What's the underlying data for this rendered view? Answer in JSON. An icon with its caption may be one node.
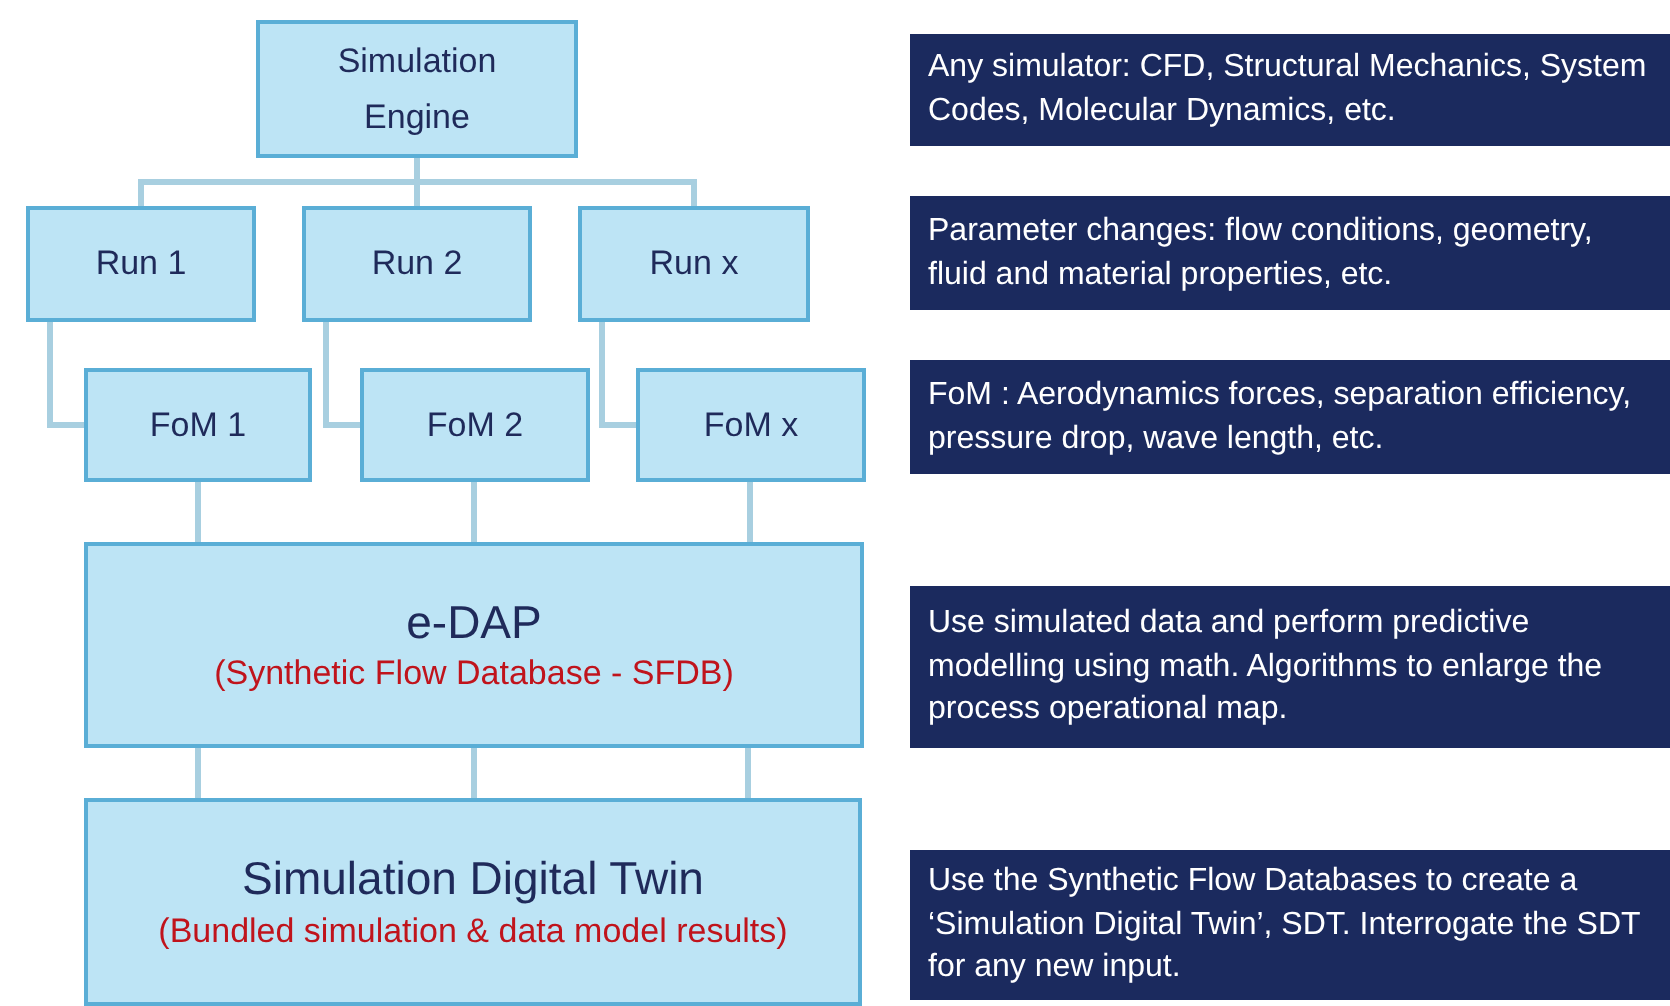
{
  "diagram": {
    "nodes": [
      {
        "text": [
          "Simulation Engine"
        ]
      },
      {
        "text": [
          "Run 1"
        ]
      },
      {
        "text": [
          "Run 2"
        ]
      },
      {
        "text": [
          "Run x"
        ]
      },
      {
        "text": [
          "FoM 1"
        ]
      },
      {
        "text": [
          "FoM 2"
        ]
      },
      {
        "text": [
          "FoM x"
        ]
      },
      {
        "text": [
          "e-DAP",
          "(Synthetic Flow Database - SFDB)"
        ]
      },
      {
        "text": [
          "Simulation Digital Twin",
          "(Bundled simulation & data model results)"
        ]
      },
      {
        "text": [
          "Any simulator: CFD, Structural Mechanics, System Codes,  Molecular Dynamics, etc."
        ]
      },
      {
        "text": [
          "Parameter changes: flow conditions, geometry, fluid and material properties, etc."
        ]
      },
      {
        "text": [
          "FoM : Aerodynamics forces, separation efficiency, pressure drop, wave length, etc."
        ]
      },
      {
        "text": [
          "Use simulated data and perform predictive modelling using math. Algorithms to enlarge the process operational map."
        ]
      },
      {
        "text": [
          "Use the Synthetic Flow Databases to create a ‘Simulation Digital Twin’, SDT. Interrogate the SDT for any new input."
        ]
      }
    ],
    "edges": [
      {
        "from": 0,
        "to": 1,
        "arrow": "none"
      },
      {
        "from": 0,
        "to": 2,
        "arrow": "none"
      },
      {
        "from": 0,
        "to": 3,
        "arrow": "none"
      },
      {
        "from": 1,
        "to": 4,
        "arrow": "none"
      },
      {
        "from": 2,
        "to": 5,
        "arrow": "none"
      },
      {
        "from": 3,
        "to": 6,
        "arrow": "none"
      },
      {
        "from": 4,
        "to": 7,
        "arrow": "none"
      },
      {
        "from": 5,
        "to": 7,
        "arrow": "none"
      },
      {
        "from": 6,
        "to": 7,
        "arrow": "none"
      },
      {
        "from": 7,
        "to": 8,
        "arrow": "none"
      },
      {
        "from": 7,
        "to": 8,
        "arrow": "none"
      },
      {
        "from": 7,
        "to": 8,
        "arrow": "none"
      }
    ]
  }
}
